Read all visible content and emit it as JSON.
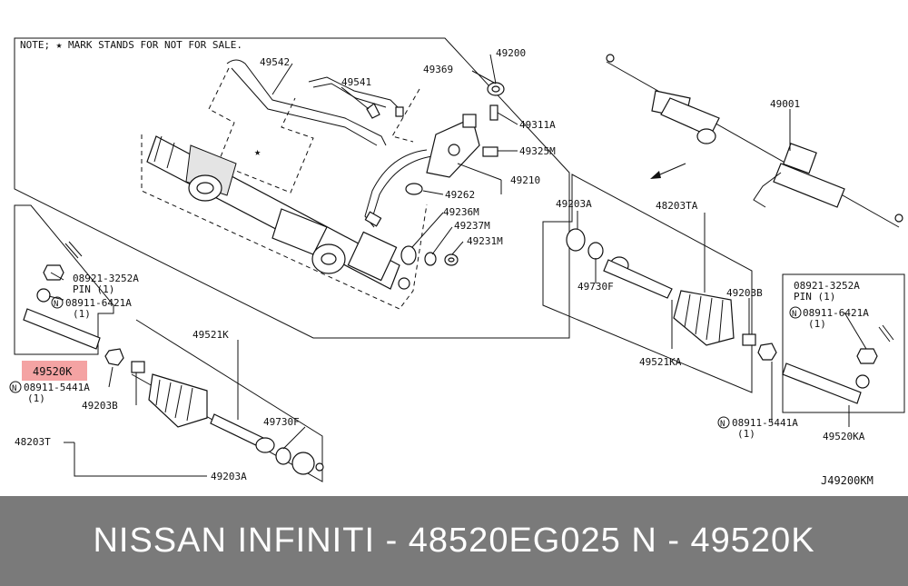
{
  "diagram": {
    "note": "NOTE; ★ MARK STANDS FOR NOT FOR SALE.",
    "star": "★",
    "ref_code": "J49200KM",
    "highlight_color": "#f4a3a3",
    "labels": {
      "l_49200": "49200",
      "l_49542": "49542",
      "l_49541": "49541",
      "l_49369": "49369",
      "l_49311A": "49311A",
      "l_49325M": "49325M",
      "l_49210": "49210",
      "l_49262": "49262",
      "l_49236M": "49236M",
      "l_49237M": "49237M",
      "l_49231M": "49231M",
      "l_49001": "49001",
      "l_49203A_r": "49203A",
      "l_48203TA": "48203TA",
      "l_49730F_r": "49730F",
      "l_49203B_r": "49203B",
      "l_49521KA": "49521KA",
      "l_08921_l": "08921-3252A",
      "l_pin_l": "PIN (1)",
      "l_08911_64_l": "08911-6421A",
      "l_qty_64_l": "(1)",
      "l_49520K": "49520K",
      "l_08911_54_l": "08911-5441A",
      "l_qty_54_l": "(1)",
      "l_49203B_l": "49203B",
      "l_49521K": "49521K",
      "l_49730F_l": "49730F",
      "l_48203T": "48203T",
      "l_49203A_l": "49203A",
      "l_08921_r": "08921-3252A",
      "l_pin_r": "PIN (1)",
      "l_08911_64_r": "08911-6421A",
      "l_qty_64_r": "(1)",
      "l_08911_54_r": "08911-5441A",
      "l_qty_54_r": "(1)",
      "l_49520KA": "49520KA",
      "n_sym": "N"
    }
  },
  "banner": {
    "text": "NISSAN  INFINITI - 48520EG025     N - 49520K",
    "background": "#7a7a7a",
    "text_color": "#ffffff"
  }
}
